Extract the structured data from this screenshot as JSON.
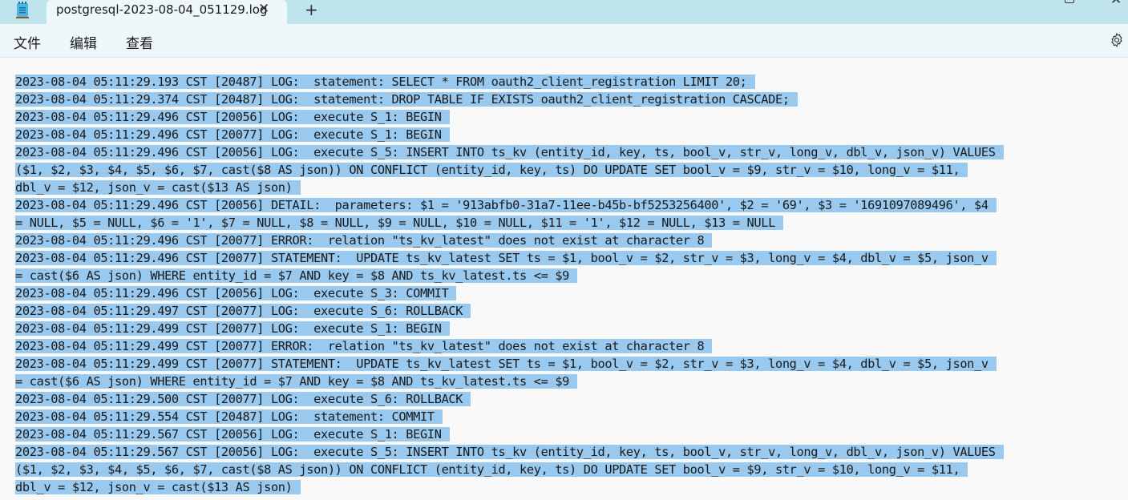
{
  "window": {
    "tab_title": "postgresql-2023-08-04_051129.log",
    "close_tab_glyph": "✕",
    "new_tab_glyph": "+",
    "icons": [
      "notepad-icon",
      "close-icon",
      "plus-icon",
      "maximize-icon",
      "window-close-icon",
      "gear-icon"
    ]
  },
  "menu": {
    "file": "文件",
    "edit": "编辑",
    "view": "查看"
  },
  "colors": {
    "titlebar": "#c0e4ec",
    "menubar": "#eef7f9",
    "selection": "#99c9ef",
    "editor_bg": "#f9f9f9"
  },
  "editor": {
    "lines": [
      "2023-08-04 05:11:29.193 CST [20487] LOG:  statement: SELECT * FROM oauth2_client_registration LIMIT 20;",
      "2023-08-04 05:11:29.374 CST [20487] LOG:  statement: DROP TABLE IF EXISTS oauth2_client_registration CASCADE;",
      "2023-08-04 05:11:29.496 CST [20056] LOG:  execute S_1: BEGIN",
      "2023-08-04 05:11:29.496 CST [20077] LOG:  execute S_1: BEGIN",
      "2023-08-04 05:11:29.496 CST [20056] LOG:  execute S_5: INSERT INTO ts_kv (entity_id, key, ts, bool_v, str_v, long_v, dbl_v, json_v) VALUES",
      "($1, $2, $3, $4, $5, $6, $7, cast($8 AS json)) ON CONFLICT (entity_id, key, ts) DO UPDATE SET bool_v = $9, str_v = $10, long_v = $11,",
      "dbl_v = $12, json_v = cast($13 AS json)",
      "2023-08-04 05:11:29.496 CST [20056] DETAIL:  parameters: $1 = '913abfb0-31a7-11ee-b45b-bf5253256400', $2 = '69', $3 = '1691097089496', $4",
      "= NULL, $5 = NULL, $6 = '1', $7 = NULL, $8 = NULL, $9 = NULL, $10 = NULL, $11 = '1', $12 = NULL, $13 = NULL",
      "2023-08-04 05:11:29.496 CST [20077] ERROR:  relation \"ts_kv_latest\" does not exist at character 8",
      "2023-08-04 05:11:29.496 CST [20077] STATEMENT:  UPDATE ts_kv_latest SET ts = $1, bool_v = $2, str_v = $3, long_v = $4, dbl_v = $5, json_v",
      "= cast($6 AS json) WHERE entity_id = $7 AND key = $8 AND ts_kv_latest.ts <= $9",
      "2023-08-04 05:11:29.496 CST [20056] LOG:  execute S_3: COMMIT",
      "2023-08-04 05:11:29.497 CST [20077] LOG:  execute S_6: ROLLBACK",
      "2023-08-04 05:11:29.499 CST [20077] LOG:  execute S_1: BEGIN",
      "2023-08-04 05:11:29.499 CST [20077] ERROR:  relation \"ts_kv_latest\" does not exist at character 8",
      "2023-08-04 05:11:29.499 CST [20077] STATEMENT:  UPDATE ts_kv_latest SET ts = $1, bool_v = $2, str_v = $3, long_v = $4, dbl_v = $5, json_v",
      "= cast($6 AS json) WHERE entity_id = $7 AND key = $8 AND ts_kv_latest.ts <= $9",
      "2023-08-04 05:11:29.500 CST [20077] LOG:  execute S_6: ROLLBACK",
      "2023-08-04 05:11:29.554 CST [20487] LOG:  statement: COMMIT",
      "2023-08-04 05:11:29.567 CST [20056] LOG:  execute S_1: BEGIN",
      "2023-08-04 05:11:29.567 CST [20056] LOG:  execute S_5: INSERT INTO ts_kv (entity_id, key, ts, bool_v, str_v, long_v, dbl_v, json_v) VALUES",
      "($1, $2, $3, $4, $5, $6, $7, cast($8 AS json)) ON CONFLICT (entity_id, key, ts) DO UPDATE SET bool_v = $9, str_v = $10, long_v = $11,",
      "dbl_v = $12, json_v = cast($13 AS json)"
    ]
  }
}
